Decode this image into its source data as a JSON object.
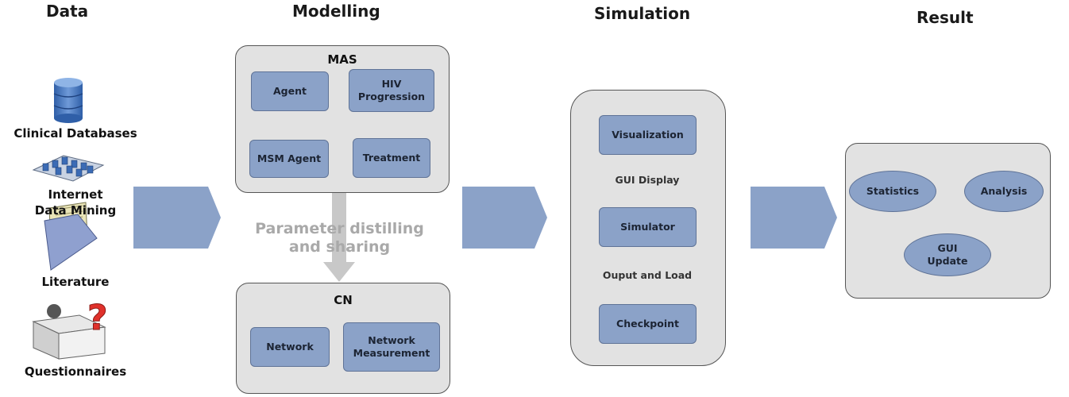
{
  "columns": {
    "data": "Data",
    "modelling": "Modelling",
    "simulation": "Simulation",
    "result": "Result"
  },
  "sources": [
    {
      "label": "Clinical Databases",
      "icon": "database-icon"
    },
    {
      "label": "Internet\nData Mining",
      "icon": "network-servers-icon"
    },
    {
      "label": "Literature",
      "icon": "folder-icon"
    },
    {
      "label": "Questionnaires",
      "icon": "question-desk-icon"
    }
  ],
  "mas": {
    "title": "MAS",
    "agent": "Agent",
    "hiv": "HIV\nProgression",
    "msm_agent": "MSM Agent",
    "treatment": "Treatment"
  },
  "sharing": "Parameter distilling\nand sharing",
  "cn": {
    "title": "CN",
    "network": "Network",
    "measurement": "Network\nMeasurement"
  },
  "simulation": {
    "visualization": "Visualization",
    "gui_display": "GUI Display",
    "simulator": "Simulator",
    "output_load": "Ouput and Load",
    "checkpoint": "Checkpoint"
  },
  "result": {
    "statistics": "Statistics",
    "analysis": "Analysis",
    "gui_update": "GUI\nUpdate"
  },
  "colors": {
    "node_fill": "#8ba2c8",
    "panel_fill": "#e2e2e2",
    "flow_arrow": "#8ba2c8",
    "share_arrow": "#c8c8c8"
  }
}
